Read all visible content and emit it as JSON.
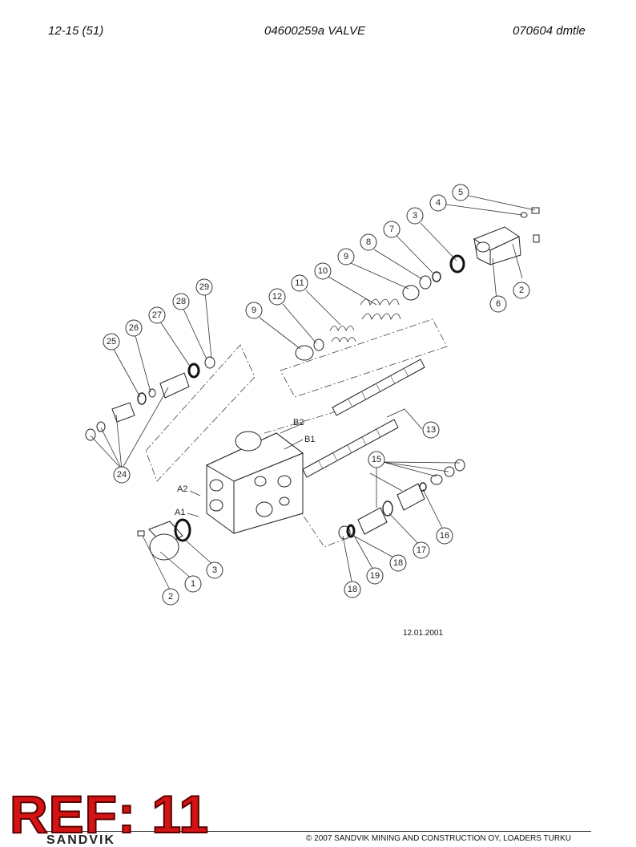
{
  "header": {
    "left": "12-15 (51)",
    "center": "04600259a VALVE",
    "right": "070604 dmtle"
  },
  "diagram": {
    "callouts": [
      "1",
      "2",
      "3",
      "4",
      "5",
      "3",
      "7",
      "8",
      "9",
      "10",
      "11",
      "12",
      "9",
      "13",
      "6",
      "2",
      "15",
      "16",
      "17",
      "18",
      "19",
      "18",
      "24",
      "25",
      "26",
      "27",
      "28",
      "29"
    ],
    "port_labels": {
      "a1": "A1",
      "a2": "A2",
      "b1": "B1",
      "b2": "B2"
    },
    "date": "12.01.2001"
  },
  "ref_tag": "REF: 11",
  "footer": {
    "brand": "SANDVIK",
    "copyright": "© 2007 SANDVIK MINING AND CONSTRUCTION OY, LOADERS TURKU"
  }
}
